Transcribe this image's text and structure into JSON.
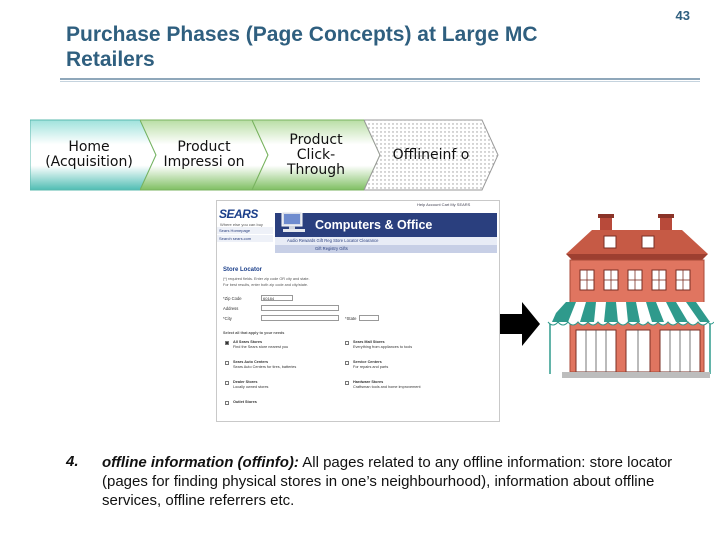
{
  "slide": {
    "title": "Purchase Phases (Page Concepts) at Large MC Retailers",
    "page_number": "43"
  },
  "phases": [
    {
      "label": "Home (Acquisition)"
    },
    {
      "label": "Product Impressi on"
    },
    {
      "label": "Product Click- Through"
    },
    {
      "label": "Offlineinf o"
    }
  ],
  "screenshot": {
    "brand": "SEARS",
    "brand_sub": "Where else you can buy",
    "section_title": "Computers & Office",
    "top_links": "Help  Account  Cart  My SEARS",
    "left_nav": [
      "Sears Homepage",
      "Search sears.com"
    ],
    "nav_links": "Audio  Rewards  Gift Reg  Store Locator  Clearance",
    "nav_links2": "Gift Registry   Gifts",
    "store_locator_title": "Store Locator",
    "instructions": [
      "(*) required fields. Enter zip code OR city and state.",
      "For best results, enter both zip code and city/state."
    ],
    "zip_label": "*Zip Code",
    "zip_value": "60184",
    "address_label": "Address",
    "city_label": "*City",
    "state_label": "*State",
    "select_label": "Select all that apply to your needs",
    "options_left": [
      {
        "label": "All Sears Stores",
        "desc": "Find the Sears store nearest you",
        "checked": true
      },
      {
        "label": "Sears Auto Centers",
        "desc": "Sears Auto Centers for tires, batteries",
        "checked": false
      },
      {
        "label": "Dealer Stores",
        "desc": "Locally owned stores",
        "checked": false
      },
      {
        "label": "Outlet Stores",
        "desc": "",
        "checked": false
      }
    ],
    "options_right": [
      {
        "label": "Sears Mall Stores",
        "desc": "Everything from appliances to tools",
        "checked": false
      },
      {
        "label": "Service Centers",
        "desc": "For repairs and parts",
        "checked": false
      },
      {
        "label": "Hardware Stores",
        "desc": "Craftsman tools and home improvement",
        "checked": false
      }
    ]
  },
  "bullet": {
    "number": "4.",
    "term": "offline information (offinfo):",
    "text": " All pages related to any offline information: store locator (pages for finding physical stores in one’s neighbourhood), information about offline services, offline referrers etc."
  },
  "colors": {
    "title": "#2f5f7f",
    "chevron_teal": "#3fb4ac",
    "chevron_green": "#74b85b",
    "chevron_dotted": "#e6e6e6",
    "sears_blue": "#2a3f7e"
  },
  "icons": [
    "computer-icon",
    "right-arrow-icon",
    "store-building-icon"
  ]
}
